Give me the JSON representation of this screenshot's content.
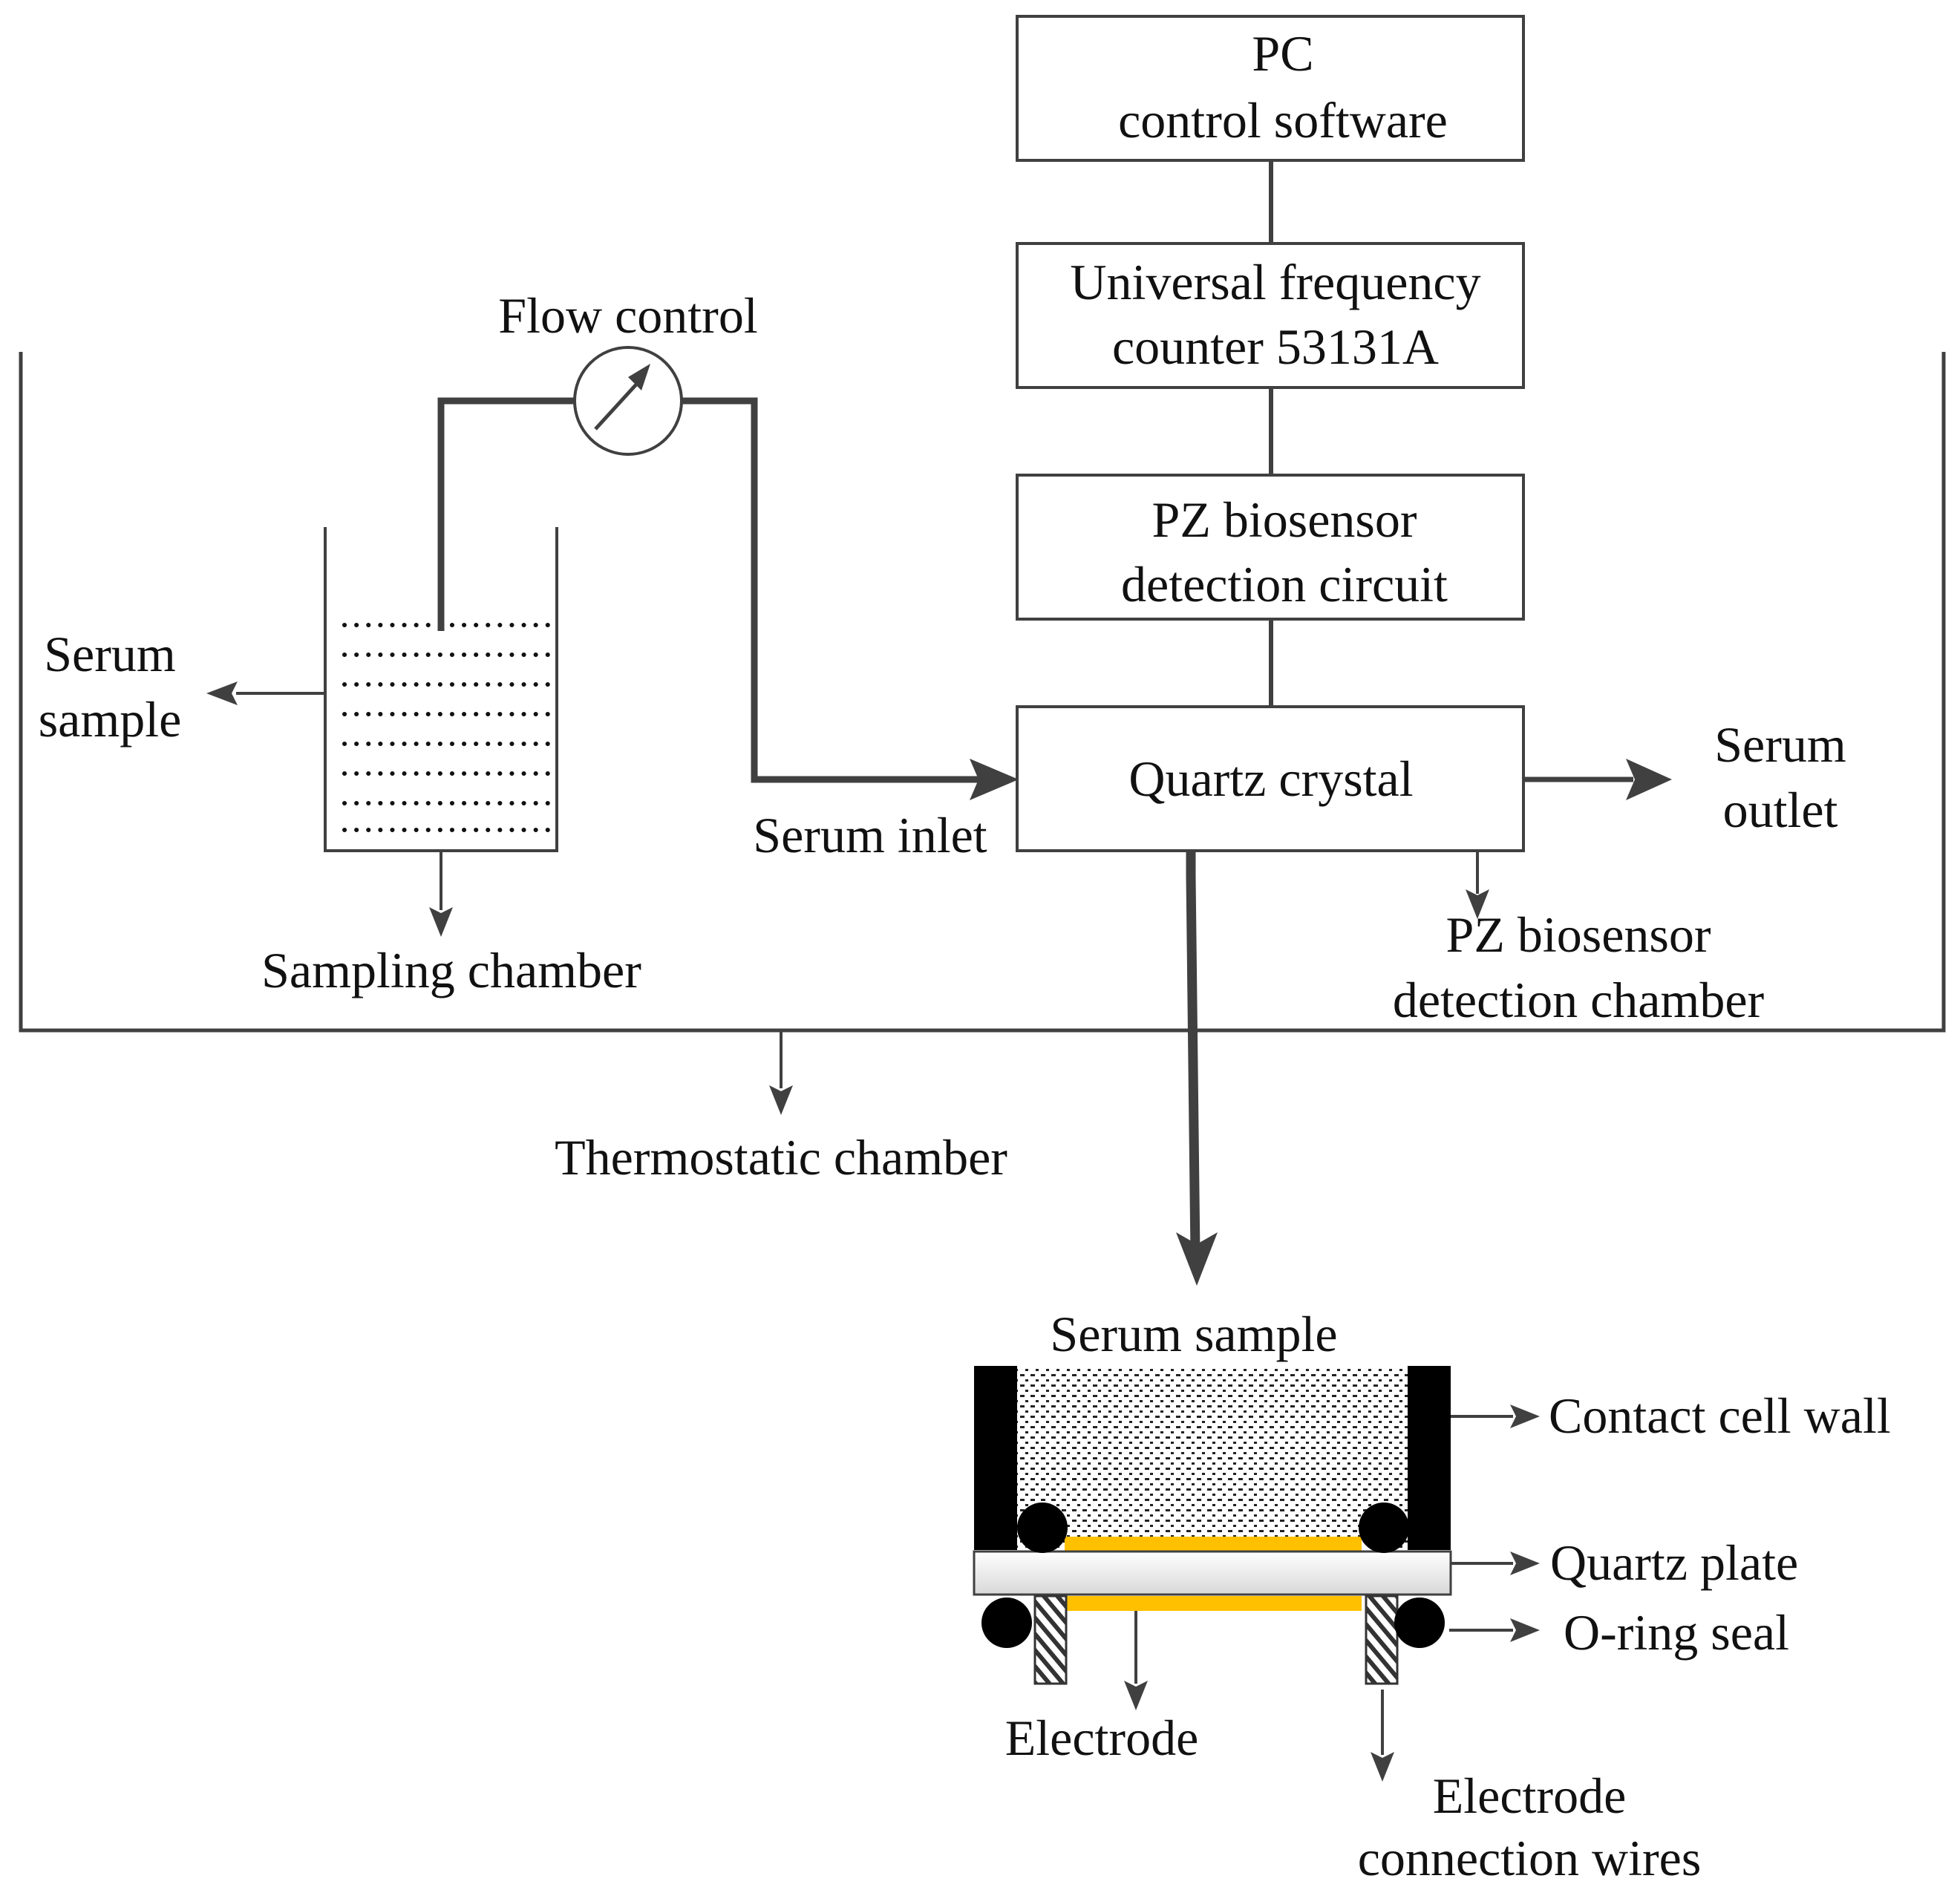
{
  "boxes": {
    "pc": [
      "PC",
      "control software"
    ],
    "counter": [
      "Universal frequency",
      "counter 53131A"
    ],
    "circuit": [
      "PZ biosensor",
      "detection circuit"
    ],
    "crystal": "Quartz crystal"
  },
  "labels": {
    "flow_control": "Flow control",
    "serum_sample_left": [
      "Serum",
      "sample"
    ],
    "sampling_chamber": "Sampling chamber",
    "serum_inlet": "Serum inlet",
    "serum_outlet": [
      "Serum",
      "outlet"
    ],
    "detection_chamber": [
      "PZ biosensor",
      "detection chamber"
    ],
    "thermostatic_chamber": "Thermostatic chamber"
  },
  "cell": {
    "serum_sample": "Serum sample",
    "contact_cell_wall": "Contact cell wall",
    "quartz_plate": "Quartz plate",
    "o_ring_seal": "O-ring seal",
    "electrode": "Electrode",
    "electrode_wires": [
      "Electrode",
      "connection wires"
    ]
  },
  "colors": {
    "line": "#404040",
    "electrode": "#FFC000",
    "wall": "#000000"
  }
}
